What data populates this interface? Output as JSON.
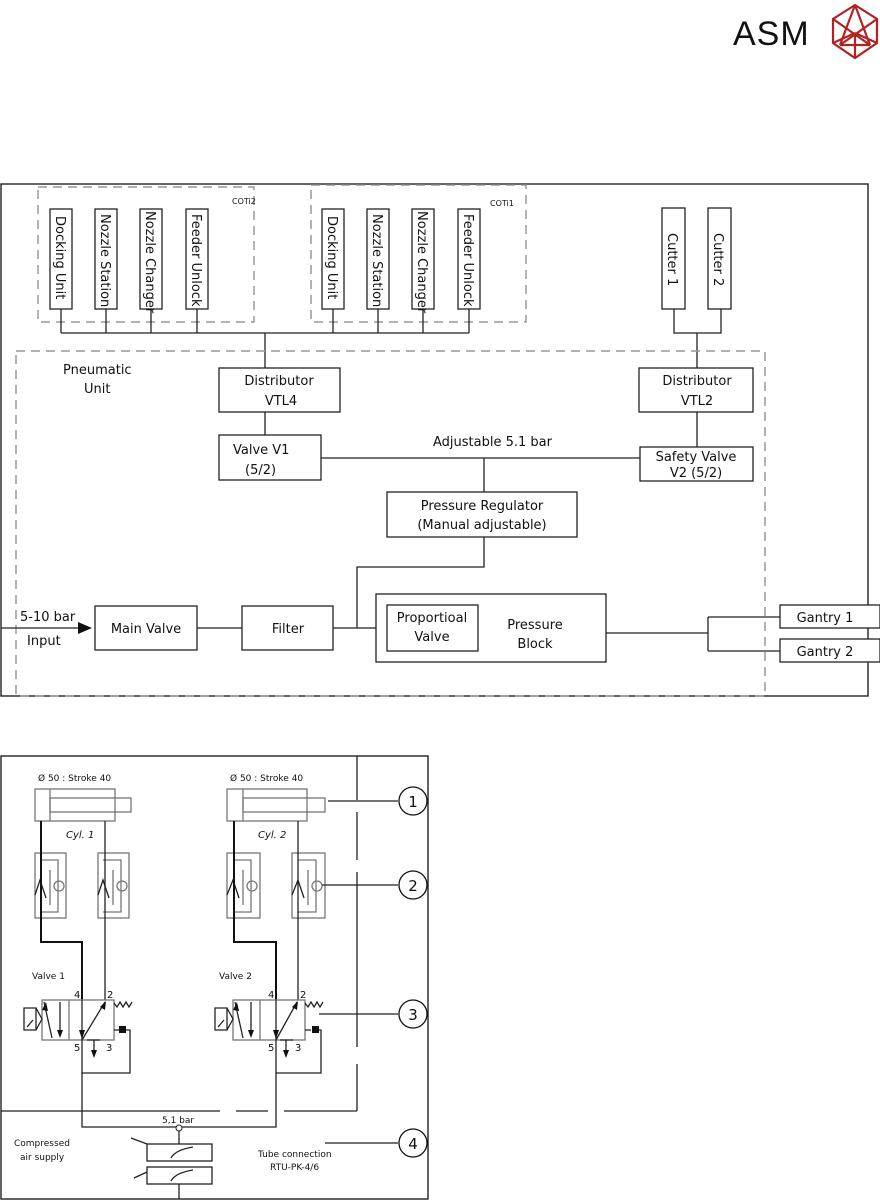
{
  "header": {
    "logo_text": "ASM",
    "logo_color": "#b22222"
  },
  "block_diagram": {
    "groups": {
      "coti2": "COTi2",
      "coti1": "COTi1",
      "pneumatic_unit_line1": "Pneumatic",
      "pneumatic_unit_line2": "Unit"
    },
    "coti2_units": [
      "Docking Unit",
      "Nozzle Station",
      "Nozzle Changer",
      "Feeder Unlock"
    ],
    "coti1_units": [
      "Docking Unit",
      "Nozzle Station",
      "Nozzle Changer",
      "Feeder Unlock"
    ],
    "cutters": [
      "Cutter 1",
      "Cutter 2"
    ],
    "distributor_vtl4": [
      "Distributor",
      "VTL4"
    ],
    "distributor_vtl2": [
      "Distributor",
      "VTL2"
    ],
    "valve_v1": [
      "Valve V1",
      "(5/2)"
    ],
    "safety_valve_v2": [
      "Safety Valve",
      "V2 (5/2)"
    ],
    "adjustable_label": "Adjustable 5.1 bar",
    "pressure_regulator": [
      "Pressure Regulator",
      "(Manual adjustable)"
    ],
    "input_pressure": "5-10 bar",
    "input_label": "Input",
    "main_valve": "Main Valve",
    "filter": "Filter",
    "proportional_valve": [
      "Proportioal",
      "Valve"
    ],
    "pressure_block": [
      "Pressure",
      "Block"
    ],
    "gantries": [
      "Gantry 1",
      "Gantry 2"
    ]
  },
  "schematic": {
    "cylinder_spec_1": "Ø 50 : Stroke 40",
    "cylinder_spec_2": "Ø 50 : Stroke 40",
    "cylinder_1": "Cyl. 1",
    "cylinder_2": "Cyl. 2",
    "valve_1": "Valve 1",
    "valve_2": "Valve 2",
    "port_labels": {
      "p4": "4",
      "p2": "2",
      "p5": "5",
      "p3": "3"
    },
    "pressure": "5,1 bar",
    "supply_line1": "Compressed",
    "supply_line2": "air supply",
    "tube_line1": "Tube connection",
    "tube_line2": "RTU-PK-4/6",
    "callouts": [
      "1",
      "2",
      "3",
      "4"
    ]
  }
}
